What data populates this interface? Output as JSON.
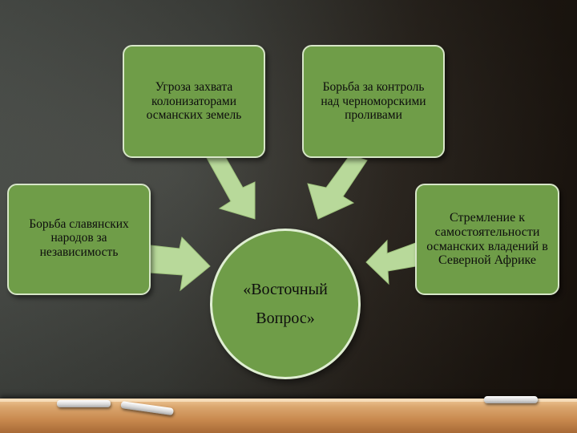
{
  "diagram": {
    "center": {
      "line1": "«Восточный",
      "line2": "Вопрос»"
    },
    "boxes": {
      "top_left": "Угроза захвата колонизаторами османских земель",
      "top_right": "Борьба за контроль над черноморскими проливами",
      "left": "Борьба славянских народов за независимость",
      "right": "Стремление к самостоятельности османских владений в Северной Африке"
    }
  },
  "colors": {
    "box_fill": "#6f9d48",
    "box_border": "#d7e6c8",
    "arrow_fill": "#b8d99a",
    "background": "#2e2a24",
    "ledge": "#d9a56d"
  }
}
